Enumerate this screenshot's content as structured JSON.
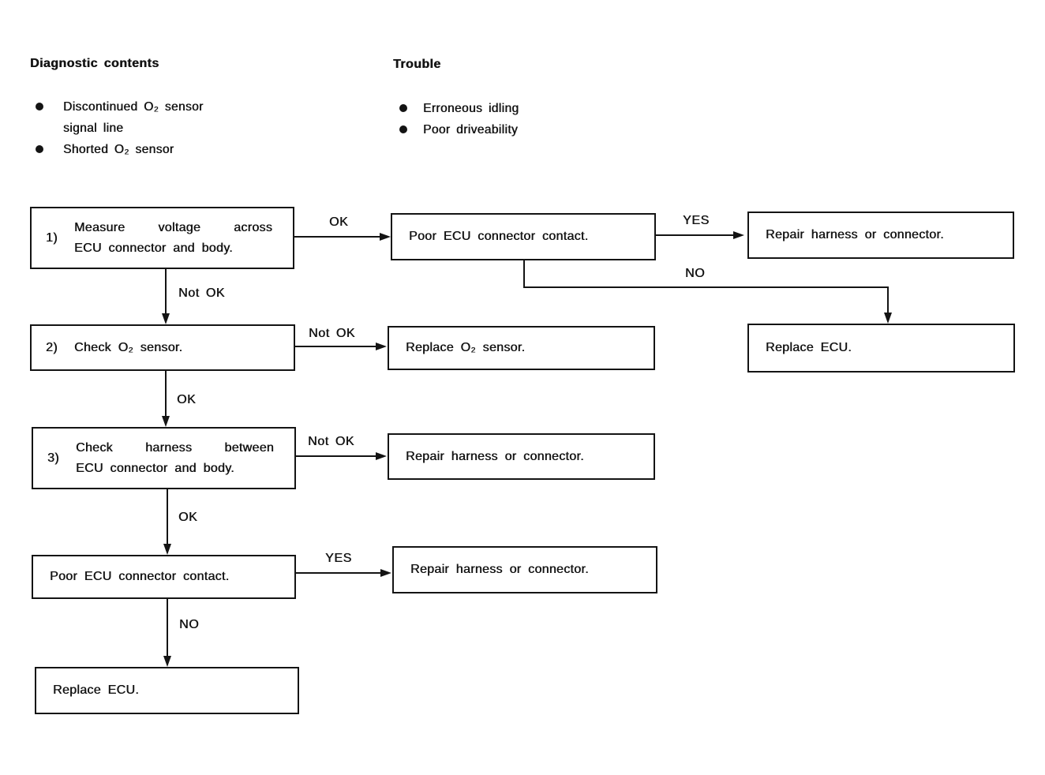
{
  "colors": {
    "ink": "#141414",
    "paper": "#ffffff"
  },
  "sections": {
    "diagnostic_contents": {
      "heading": "Diagnostic contents",
      "items": [
        "Discontinued O₂ sensor signal line",
        "Shorted O₂ sensor"
      ]
    },
    "trouble": {
      "heading": "Trouble",
      "items": [
        "Erroneous idling",
        "Poor driveability"
      ]
    }
  },
  "flowchart": {
    "steps": {
      "step1": {
        "number": "1)",
        "line1": "Measure voltage across",
        "line2": "ECU connector and body."
      },
      "step2": {
        "number": "2)",
        "line1": "Check O₂ sensor."
      },
      "step3": {
        "number": "3)",
        "line1": "Check harness between",
        "line2": "ECU connector and body."
      },
      "poor_ecu_top": "Poor ECU connector contact.",
      "repair_top_right": "Repair harness or connector.",
      "replace_ecu_right": "Replace ECU.",
      "replace_o2_sensor": "Replace O₂ sensor.",
      "repair_mid": "Repair harness or connector.",
      "poor_ecu_bottom": "Poor ECU connector contact.",
      "repair_bottom": "Repair harness or connector.",
      "replace_ecu_bottom": "Replace ECU."
    },
    "labels": {
      "ok": "OK",
      "not_ok": "Not OK",
      "yes": "YES",
      "no": "NO"
    }
  }
}
